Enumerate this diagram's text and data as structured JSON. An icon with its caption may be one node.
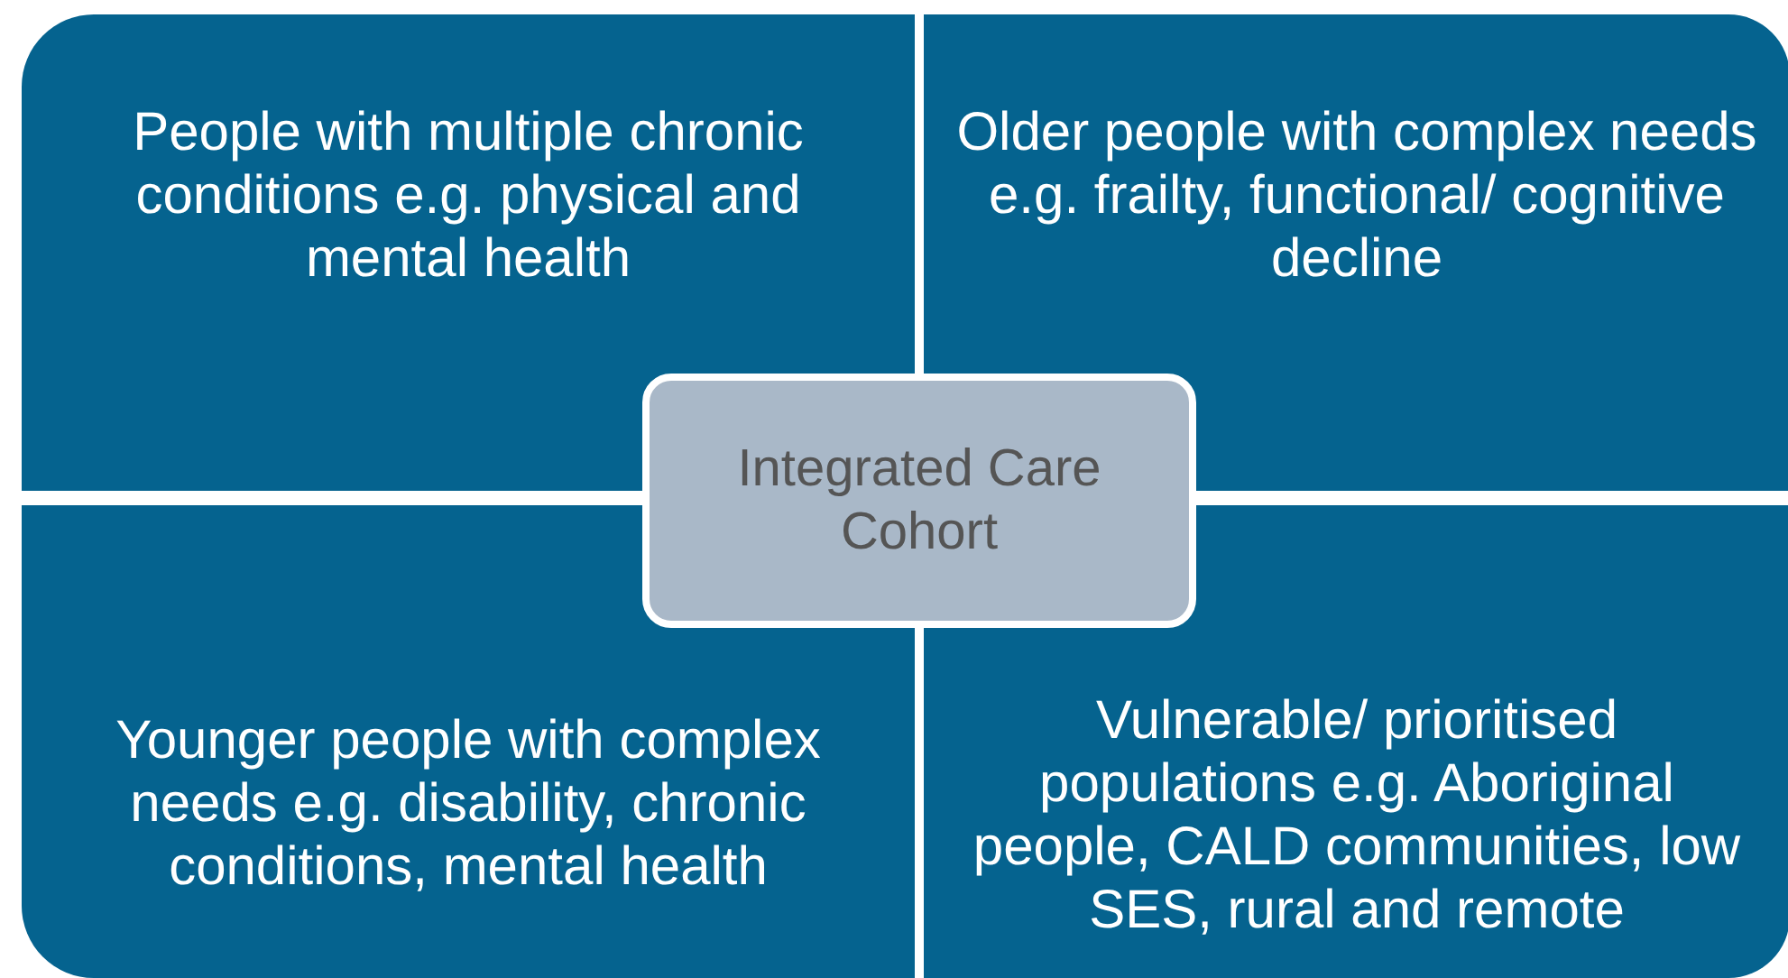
{
  "diagram": {
    "nodes": [
      {
        "text": [
          "People with multiple chronic conditions e.g. physical and mental health"
        ]
      },
      {
        "text": [
          "Older people with complex needs e.g. frailty, functional/ cognitive decline"
        ]
      },
      {
        "text": [
          "Integrated Care Cohort"
        ]
      },
      {
        "text": [
          "Younger people with complex needs e.g. disability, chronic conditions, mental health"
        ]
      },
      {
        "text": [
          "Vulnerable/ prioritised populations e.g. Aboriginal people, CALD communities, low SES, rural and remote"
        ]
      }
    ]
  }
}
